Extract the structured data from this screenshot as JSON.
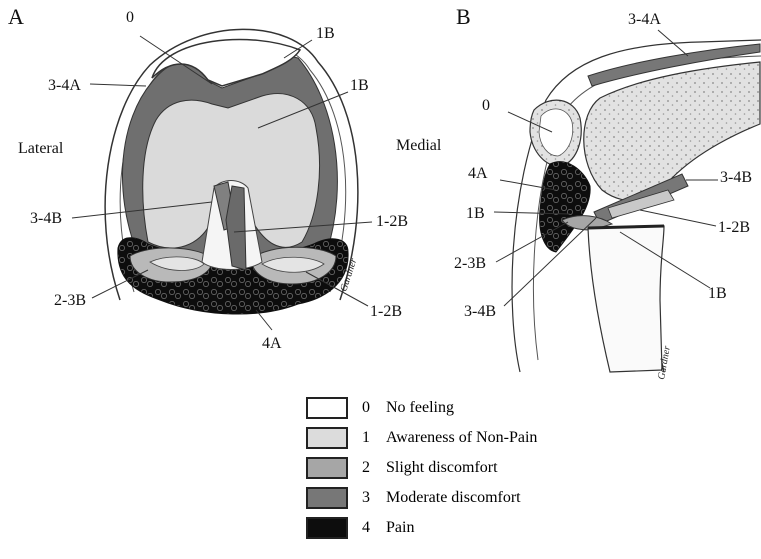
{
  "panels": {
    "a": {
      "letter": "A",
      "side_left": "Lateral",
      "side_right": "Medial",
      "labels": [
        "0",
        "1B",
        "3-4A",
        "1B",
        "3-4B",
        "1-2B",
        "2-3B",
        "1-2B",
        "4A"
      ]
    },
    "b": {
      "letter": "B",
      "labels": [
        "3-4A",
        "0",
        "4A",
        "3-4B",
        "1B",
        "1-2B",
        "2-3B",
        "1B",
        "3-4B"
      ]
    },
    "signature": "Gardner"
  },
  "legend": [
    {
      "num": "0",
      "text": "No feeling",
      "color": "#ffffff"
    },
    {
      "num": "1",
      "text": "Awareness of Non-Pain",
      "color": "#dcdcdc"
    },
    {
      "num": "2",
      "text": "Slight discomfort",
      "color": "#a6a6a6"
    },
    {
      "num": "3",
      "text": "Moderate discomfort",
      "color": "#777777"
    },
    {
      "num": "4",
      "text": "Pain",
      "color": "#0d0d0d"
    }
  ]
}
